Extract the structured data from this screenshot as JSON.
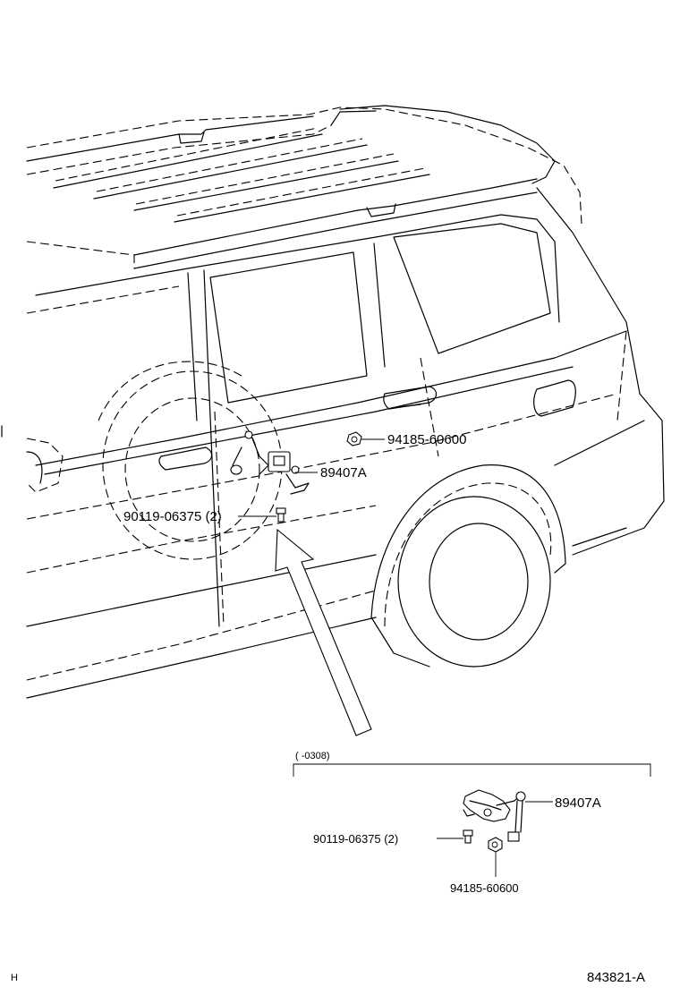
{
  "labels": {
    "main": {
      "sensor": "89407A",
      "nut": "94185-60600",
      "bolt": "90119-06375 (2)"
    },
    "inset": {
      "range": "( -0308)",
      "sensor": "89407A",
      "bolt": "90119-06375 (2)",
      "nut": "94185-60600"
    },
    "corner_left": "H",
    "diagram_id": "843821-A"
  }
}
